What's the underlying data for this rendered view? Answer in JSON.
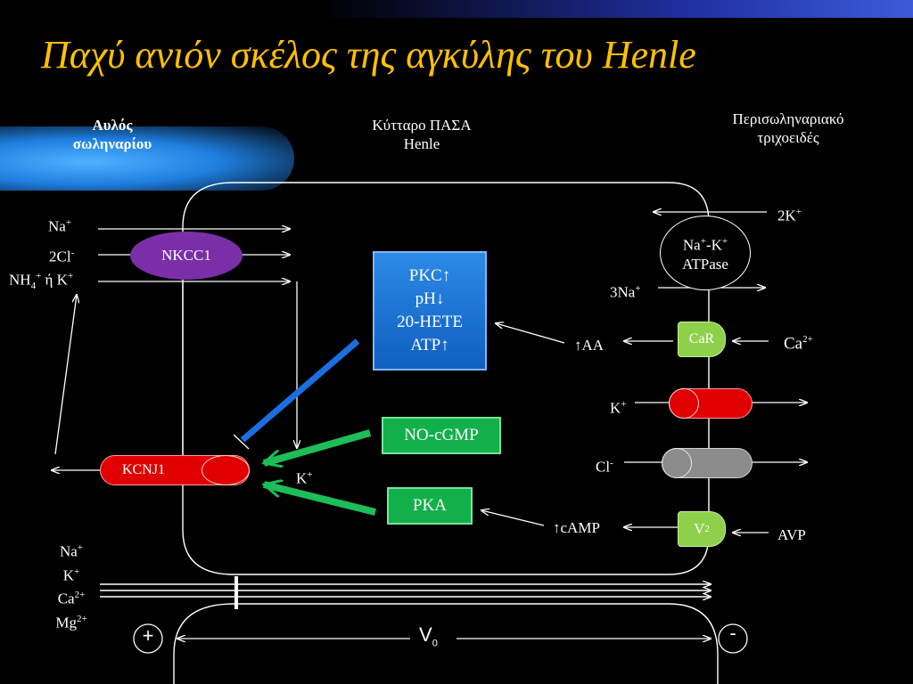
{
  "title": "Παχύ ανιόν σκέλος της αγκύλης του Henle",
  "headers": {
    "lumen_line1": "Αυλός",
    "lumen_line2": "σωληναρίου",
    "cell_line1": "Κύτταρο ΠΑΣΑ",
    "cell_line2": "Henle",
    "capillary_line1": "Περισωληναριακό",
    "capillary_line2": "τριχοειδές"
  },
  "apical": {
    "na": "Na",
    "na_sup": "+",
    "cl_prefix": "2Cl",
    "cl_sup": "-",
    "nh4_prefix": "NH",
    "nh4_sub": "4",
    "nh4_sup": "+",
    "or_k": " ή K",
    "or_k_sup": "+",
    "nkcc1": "NKCC1",
    "kcnj1": "KCNJ1",
    "k_recycle": "K",
    "k_recycle_sup": "+"
  },
  "regulators": {
    "pkc": "PKC↑",
    "ph": "pH↓",
    "hete": "20-HETE",
    "atp": "ATP↑",
    "no_cgmp": "NO-cGMP",
    "pka": "PKA"
  },
  "basolateral": {
    "k2": "2K",
    "k2_sup": "+",
    "pump_line1": "Na",
    "pump_na_sup": "+",
    "pump_mid": "-K",
    "pump_k_sup": "+",
    "pump_line2": "ATPase",
    "na3": "3Na",
    "na3_sup": "+",
    "aa": "↑AA",
    "car": "CaR",
    "ca": "Ca",
    "ca_sup": "2+",
    "k": "K",
    "k_sup": "+",
    "cl": "Cl",
    "cl_sup": "-",
    "camp": "↑cAMP",
    "v2": "V",
    "v2_sub": "2",
    "avp": "AVP"
  },
  "paracellular": {
    "na": "Na",
    "na_sup": "+",
    "k": "K",
    "k_sup": "+",
    "ca": "Ca",
    "ca_sup": "2+",
    "mg": "Mg",
    "mg_sup": "2+"
  },
  "potential": {
    "plus": "+",
    "minus": "-",
    "v": "V",
    "v_sub": "0"
  },
  "colors": {
    "title": "#ffc000",
    "nkcc1": "#7a2fa8",
    "kcnj1": "#e00000",
    "car": "#8ed04a",
    "k_channel": "#e00000",
    "cl_channel": "#8c8c8c",
    "v2": "#8ed04a",
    "pkc_box": "#1a70d6",
    "green_box": "#12b04a",
    "inhibit_line": "#1a6fe0",
    "stimulate_arrow": "#1dbd5a"
  }
}
